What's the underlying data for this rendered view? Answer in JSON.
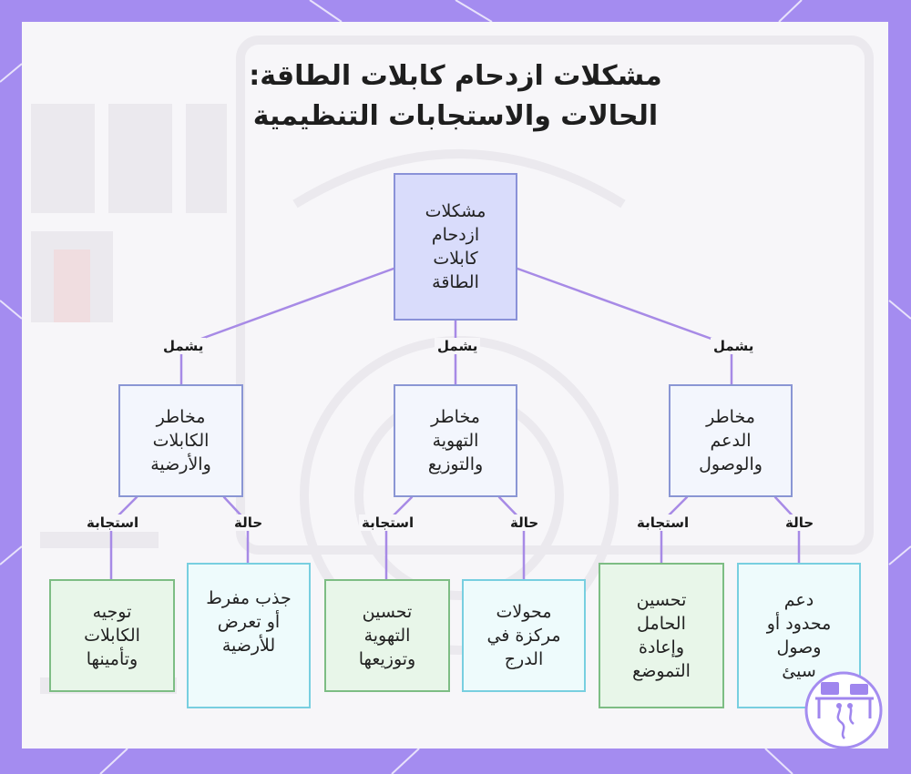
{
  "title": {
    "line1": "مشكلات ازدحام كابلات الطاقة:",
    "line2": "الحالات والاستجابات التنظيمية"
  },
  "root": {
    "lines": [
      "مشكلات",
      "ازدحام",
      "كابلات",
      "الطاقة"
    ]
  },
  "edge_labels": {
    "includes": "يشمل",
    "case": "حالة",
    "response": "استجابة"
  },
  "categories": [
    {
      "lines": [
        "مخاطر",
        "الكابلات",
        "والأرضية"
      ]
    },
    {
      "lines": [
        "مخاطر",
        "التهوية",
        "والتوزيع"
      ]
    },
    {
      "lines": [
        "مخاطر",
        "الدعم",
        "والوصول"
      ]
    }
  ],
  "leaves": {
    "resp_cables": {
      "lines": [
        "توجيه",
        "الكابلات",
        "وتأمينها"
      ]
    },
    "case_cables": {
      "lines": [
        "جذب مفرط",
        "أو تعرض",
        "للأرضية"
      ]
    },
    "resp_vent": {
      "lines": [
        "تحسين",
        "التهوية",
        "وتوزيعها"
      ]
    },
    "case_vent": {
      "lines": [
        "محولات",
        "مركزة في",
        "الدرج"
      ]
    },
    "resp_support": {
      "lines": [
        "تحسين",
        "الحامل",
        "وإعادة",
        "التموضع"
      ]
    },
    "case_support": {
      "lines": [
        "دعم",
        "محدود أو",
        "وصول",
        "سيئ"
      ]
    }
  },
  "colors": {
    "frame": "#a48cf0",
    "panel": "#f7f6f9",
    "connector": "#a78ae6",
    "root_fill": "#d9dcfb",
    "category_fill": "#f3f6fd",
    "case_fill": "#eefbfc",
    "case_border": "#78cfe0",
    "response_fill": "#e8f6e9",
    "response_border": "#7dbd84"
  },
  "logo_icon": "workspace-logo-icon"
}
